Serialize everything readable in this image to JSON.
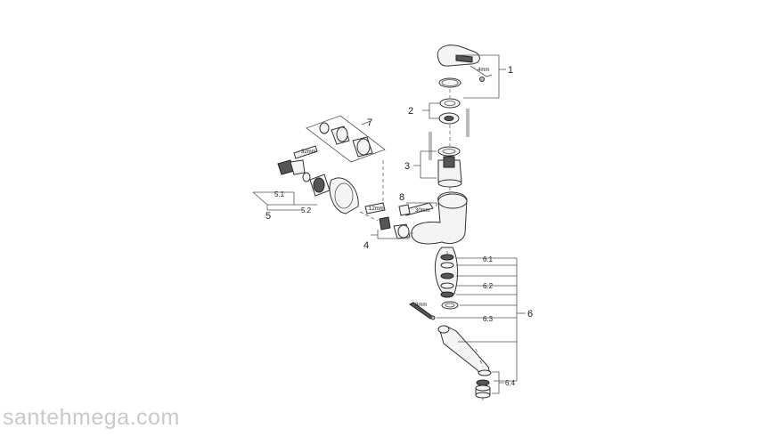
{
  "callouts": {
    "c1": "1",
    "c2": "2",
    "c3": "3",
    "c4": "4",
    "c5": "5",
    "c5_1": "5.1",
    "c5_2": "5.2",
    "c6": "6",
    "c6_1": "6.1",
    "c6_2": "6.2",
    "c6_3": "6.3",
    "c6_4": "6.4",
    "c7": "7",
    "c8": "8"
  },
  "tool_labels": {
    "hex_4mm": "4mm",
    "wrench_32mm": "32mm",
    "wrench_30mm": "30mm",
    "wrench_12mm": "12mm",
    "hex_3mm": "3mm"
  },
  "watermark": "santehmega.com"
}
